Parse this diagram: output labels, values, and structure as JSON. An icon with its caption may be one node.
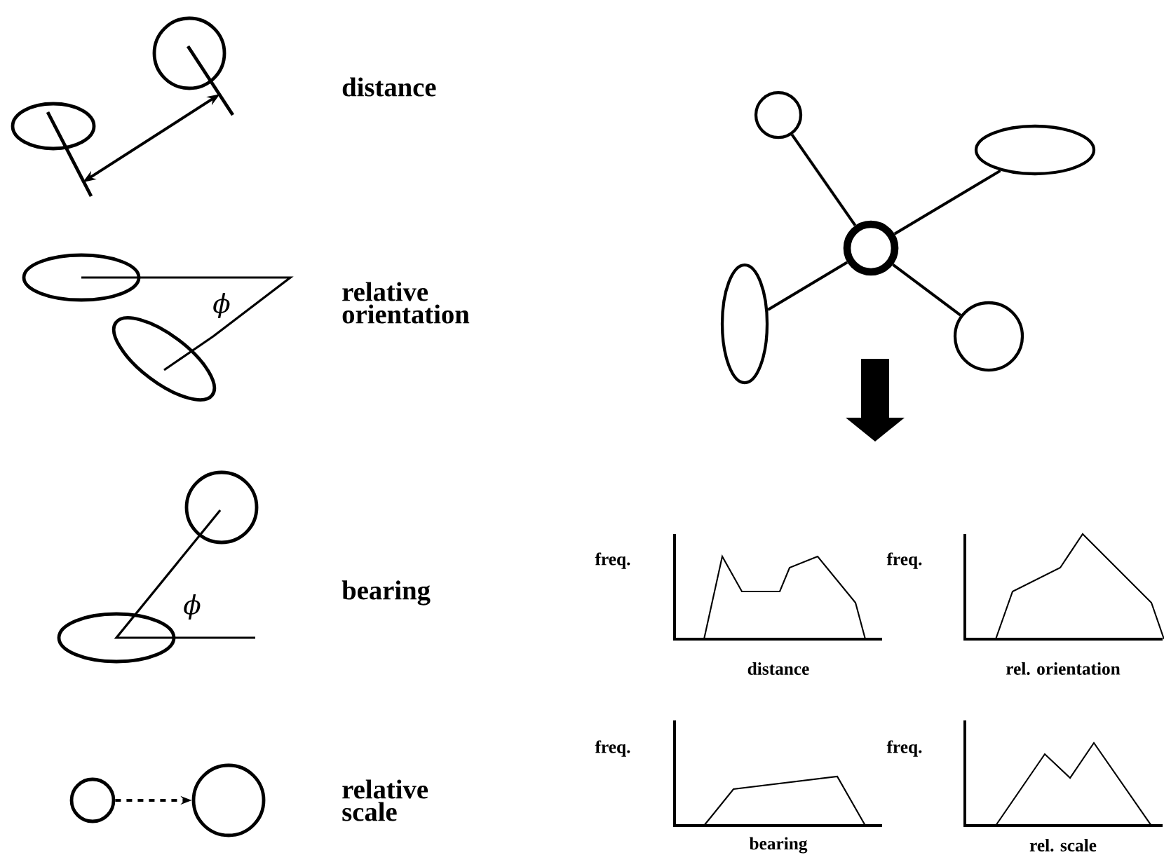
{
  "diagram": {
    "nodes": [
      {
        "text": [],
        "shape": "circle"
      },
      {
        "text": [],
        "shape": "ellipse"
      },
      {
        "text": [],
        "shape": "circle"
      },
      {
        "text": [],
        "shape": "ellipse"
      },
      {
        "text": [],
        "shape": "circle"
      },
      {
        "text": [],
        "shape": "circle"
      },
      {
        "text": [],
        "shape": "circle"
      }
    ],
    "edges": [
      {
        "from": 2,
        "to": 0,
        "arrow": "none"
      },
      {
        "from": 2,
        "to": 1,
        "arrow": "none"
      },
      {
        "from": 2,
        "to": 3,
        "arrow": "none"
      },
      {
        "from": 2,
        "to": 4,
        "arrow": "none"
      },
      {
        "from": 5,
        "to": 6,
        "arrow": "to",
        "style": "dashed"
      }
    ],
    "labels": [
      "distance",
      "relative orientation",
      "ϕ",
      "ϕ",
      "bearing",
      "relative scale",
      "freq.",
      "distance",
      "freq.",
      "rel. orientation",
      "freq.",
      "bearing",
      "freq.",
      "rel. scale"
    ]
  }
}
